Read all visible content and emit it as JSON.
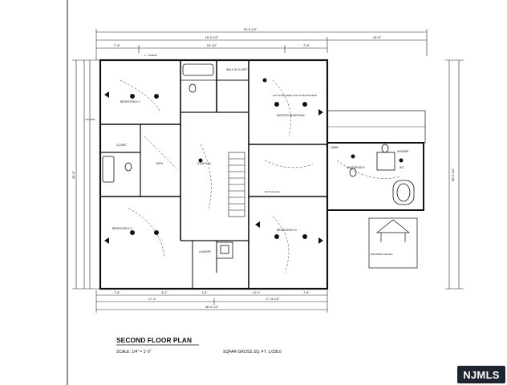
{
  "page": {
    "border_color": "#222222",
    "background": "#ffffff"
  },
  "title_block": {
    "title": "SECOND FLOOR PLAN",
    "scale": "SCALE: 1/4\" = 1'-0\"",
    "area": "SQFAR GROSS SQ. FT. 1,038.0"
  },
  "dimensions": {
    "overall_top": "34'-5 1/2\"",
    "main_top": "18'-6 1/2\"",
    "right_top": "15'-8\"",
    "top_segments": [
      "7'-6\"",
      "10'-10\"",
      "7'-6\""
    ],
    "bottom_overall": "38'-5 1/2\"",
    "bottom_segments": [
      "17'-1\"",
      "17'-8 1/2\""
    ],
    "bottom_sub": [
      "7'-6\"",
      "8'-2\"",
      "3'-8\"",
      "10'-4\"",
      "7'-6\""
    ],
    "left_height": "35'-6\"",
    "right_height": "38'-5 1/2\""
  },
  "rooms": {
    "bedroom1": "BEDROOM # 1",
    "bedroom2": "BEDROOM # 2",
    "bedroom3": "BEDROOM # 3",
    "master_bedroom": "MASTER BEDROOM",
    "walk_in": "WALK IN CLOSET",
    "stair_hall": "STAIR HALL",
    "closet": "CLOSET",
    "laundry": "LAUNDRY",
    "bath": "BATH",
    "linen": "LINEN",
    "master_bath": "MASTER BATH",
    "shower": "SHOWER",
    "wc": "W.C.",
    "shelf": "shelf and pole"
  },
  "notes": {
    "window_tw": "TW 3046",
    "window_2": "2 - TW3046",
    "ceiling_fan": "2X2-16 BATTERS 2X3-10 CEILING BMS",
    "dropped": "DROPPED CEILING"
  },
  "watermark": {
    "text": "NJMLS",
    "color": "#1f2530"
  }
}
